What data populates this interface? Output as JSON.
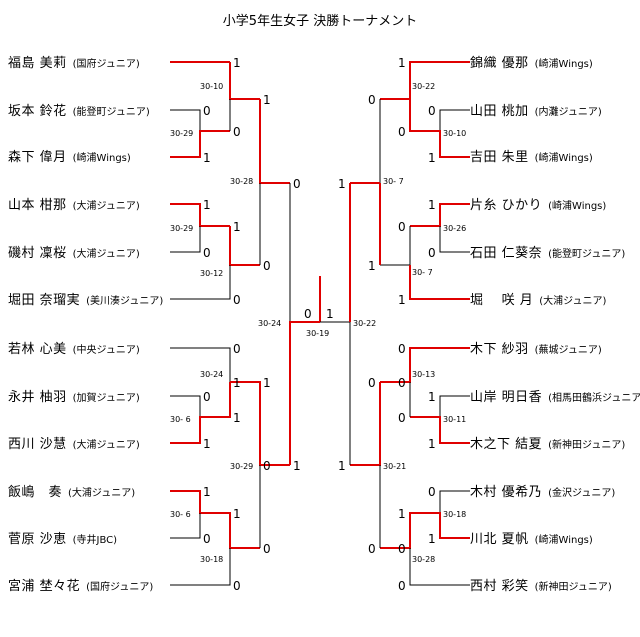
{
  "title": "小学5年生女子 決勝トーナメント",
  "colors": {
    "win": "#e00000",
    "line": "#000000"
  },
  "left_players": [
    {
      "name": "福島 美莉",
      "team": "(国府ジュニア)"
    },
    {
      "name": "坂本 鈴花",
      "team": "(能登町ジュニア)"
    },
    {
      "name": "森下 偉月",
      "team": "(崎浦Wings)"
    },
    {
      "name": "山本 柑那",
      "team": "(大浦ジュニア)"
    },
    {
      "name": "磯村 凜桜",
      "team": "(大浦ジュニア)"
    },
    {
      "name": "堀田 奈瑠実",
      "team": "(美川湊ジュニア)"
    },
    {
      "name": "若林 心美",
      "team": "(中央ジュニア)"
    },
    {
      "name": "永井 柚羽",
      "team": "(加賀ジュニア)"
    },
    {
      "name": "西川 沙慧",
      "team": "(大浦ジュニア)"
    },
    {
      "name": "飯嶋　奏",
      "team": "(大浦ジュニア)"
    },
    {
      "name": "菅原 沙恵",
      "team": "(寺井JBC)"
    },
    {
      "name": "宮浦 埜々花",
      "team": "(国府ジュニア)"
    }
  ],
  "right_players": [
    {
      "name": "錦織 優那",
      "team": "(崎浦Wings)"
    },
    {
      "name": "山田 桃加",
      "team": "(内灘ジュニア)"
    },
    {
      "name": "吉田 朱里",
      "team": "(崎浦Wings)"
    },
    {
      "name": "片糸 ひかり",
      "team": "(崎浦Wings)"
    },
    {
      "name": "石田 仁葵奈",
      "team": "(能登町ジュニア)"
    },
    {
      "name": "堀　 咲 月",
      "team": "(大浦ジュニア)"
    },
    {
      "name": "木下 紗羽",
      "team": "(蕪城ジュニア)"
    },
    {
      "name": "山岸 明日香",
      "team": "(相馬田鶴浜ジュニア)"
    },
    {
      "name": "木之下 結夏",
      "team": "(新神田ジュニア)"
    },
    {
      "name": "木村 優希乃",
      "team": "(金沢ジュニア)"
    },
    {
      "name": "川北 夏帆",
      "team": "(崎浦Wings)"
    },
    {
      "name": "西村 彩笑",
      "team": "(新神田ジュニア)"
    }
  ],
  "match_scores": [
    {
      "id": "L-R1-a",
      "text": "30-10"
    },
    {
      "id": "L-R1-b",
      "text": "30-29"
    },
    {
      "id": "L-R1-c",
      "text": "30-29"
    },
    {
      "id": "L-R1-d",
      "text": "30-12"
    },
    {
      "id": "L-R1-e",
      "text": "30-24"
    },
    {
      "id": "L-R1-f",
      "text": "30- 6"
    },
    {
      "id": "L-R1-g",
      "text": "30- 6"
    },
    {
      "id": "L-R1-h",
      "text": "30-18"
    },
    {
      "id": "L-R2-a",
      "text": "30-28"
    },
    {
      "id": "L-R2-b",
      "text": "30-29"
    },
    {
      "id": "L-SF",
      "text": "30-24"
    },
    {
      "id": "R-R1-a",
      "text": "30-22"
    },
    {
      "id": "R-R1-b",
      "text": "30-10"
    },
    {
      "id": "R-R1-c",
      "text": "30-26"
    },
    {
      "id": "R-R1-d",
      "text": "30- 7"
    },
    {
      "id": "R-R1-e",
      "text": "30-13"
    },
    {
      "id": "R-R1-f",
      "text": "30-11"
    },
    {
      "id": "R-R1-g",
      "text": "30-18"
    },
    {
      "id": "R-R1-h",
      "text": "30-28"
    },
    {
      "id": "R-R2-a",
      "text": "30- 7"
    },
    {
      "id": "R-R2-b",
      "text": "30-21"
    },
    {
      "id": "R-SF",
      "text": "30-22"
    },
    {
      "id": "Final",
      "text": "30-19"
    }
  ],
  "game_marks": [
    "1",
    "0",
    "0",
    "1",
    "1",
    "0",
    "1",
    "0",
    "0",
    "1",
    "0",
    "1",
    "0",
    "1",
    "1",
    "0",
    "1",
    "0",
    "1",
    "1",
    "0",
    "0",
    "1",
    "0",
    "1",
    "0",
    "0",
    "1",
    "1",
    "0",
    "0",
    "1",
    "1",
    "0",
    "0",
    "1",
    "1",
    "0",
    "0",
    "1",
    "1",
    "0",
    "0",
    "0",
    "1",
    "1",
    "0",
    "0",
    "0",
    "1"
  ]
}
